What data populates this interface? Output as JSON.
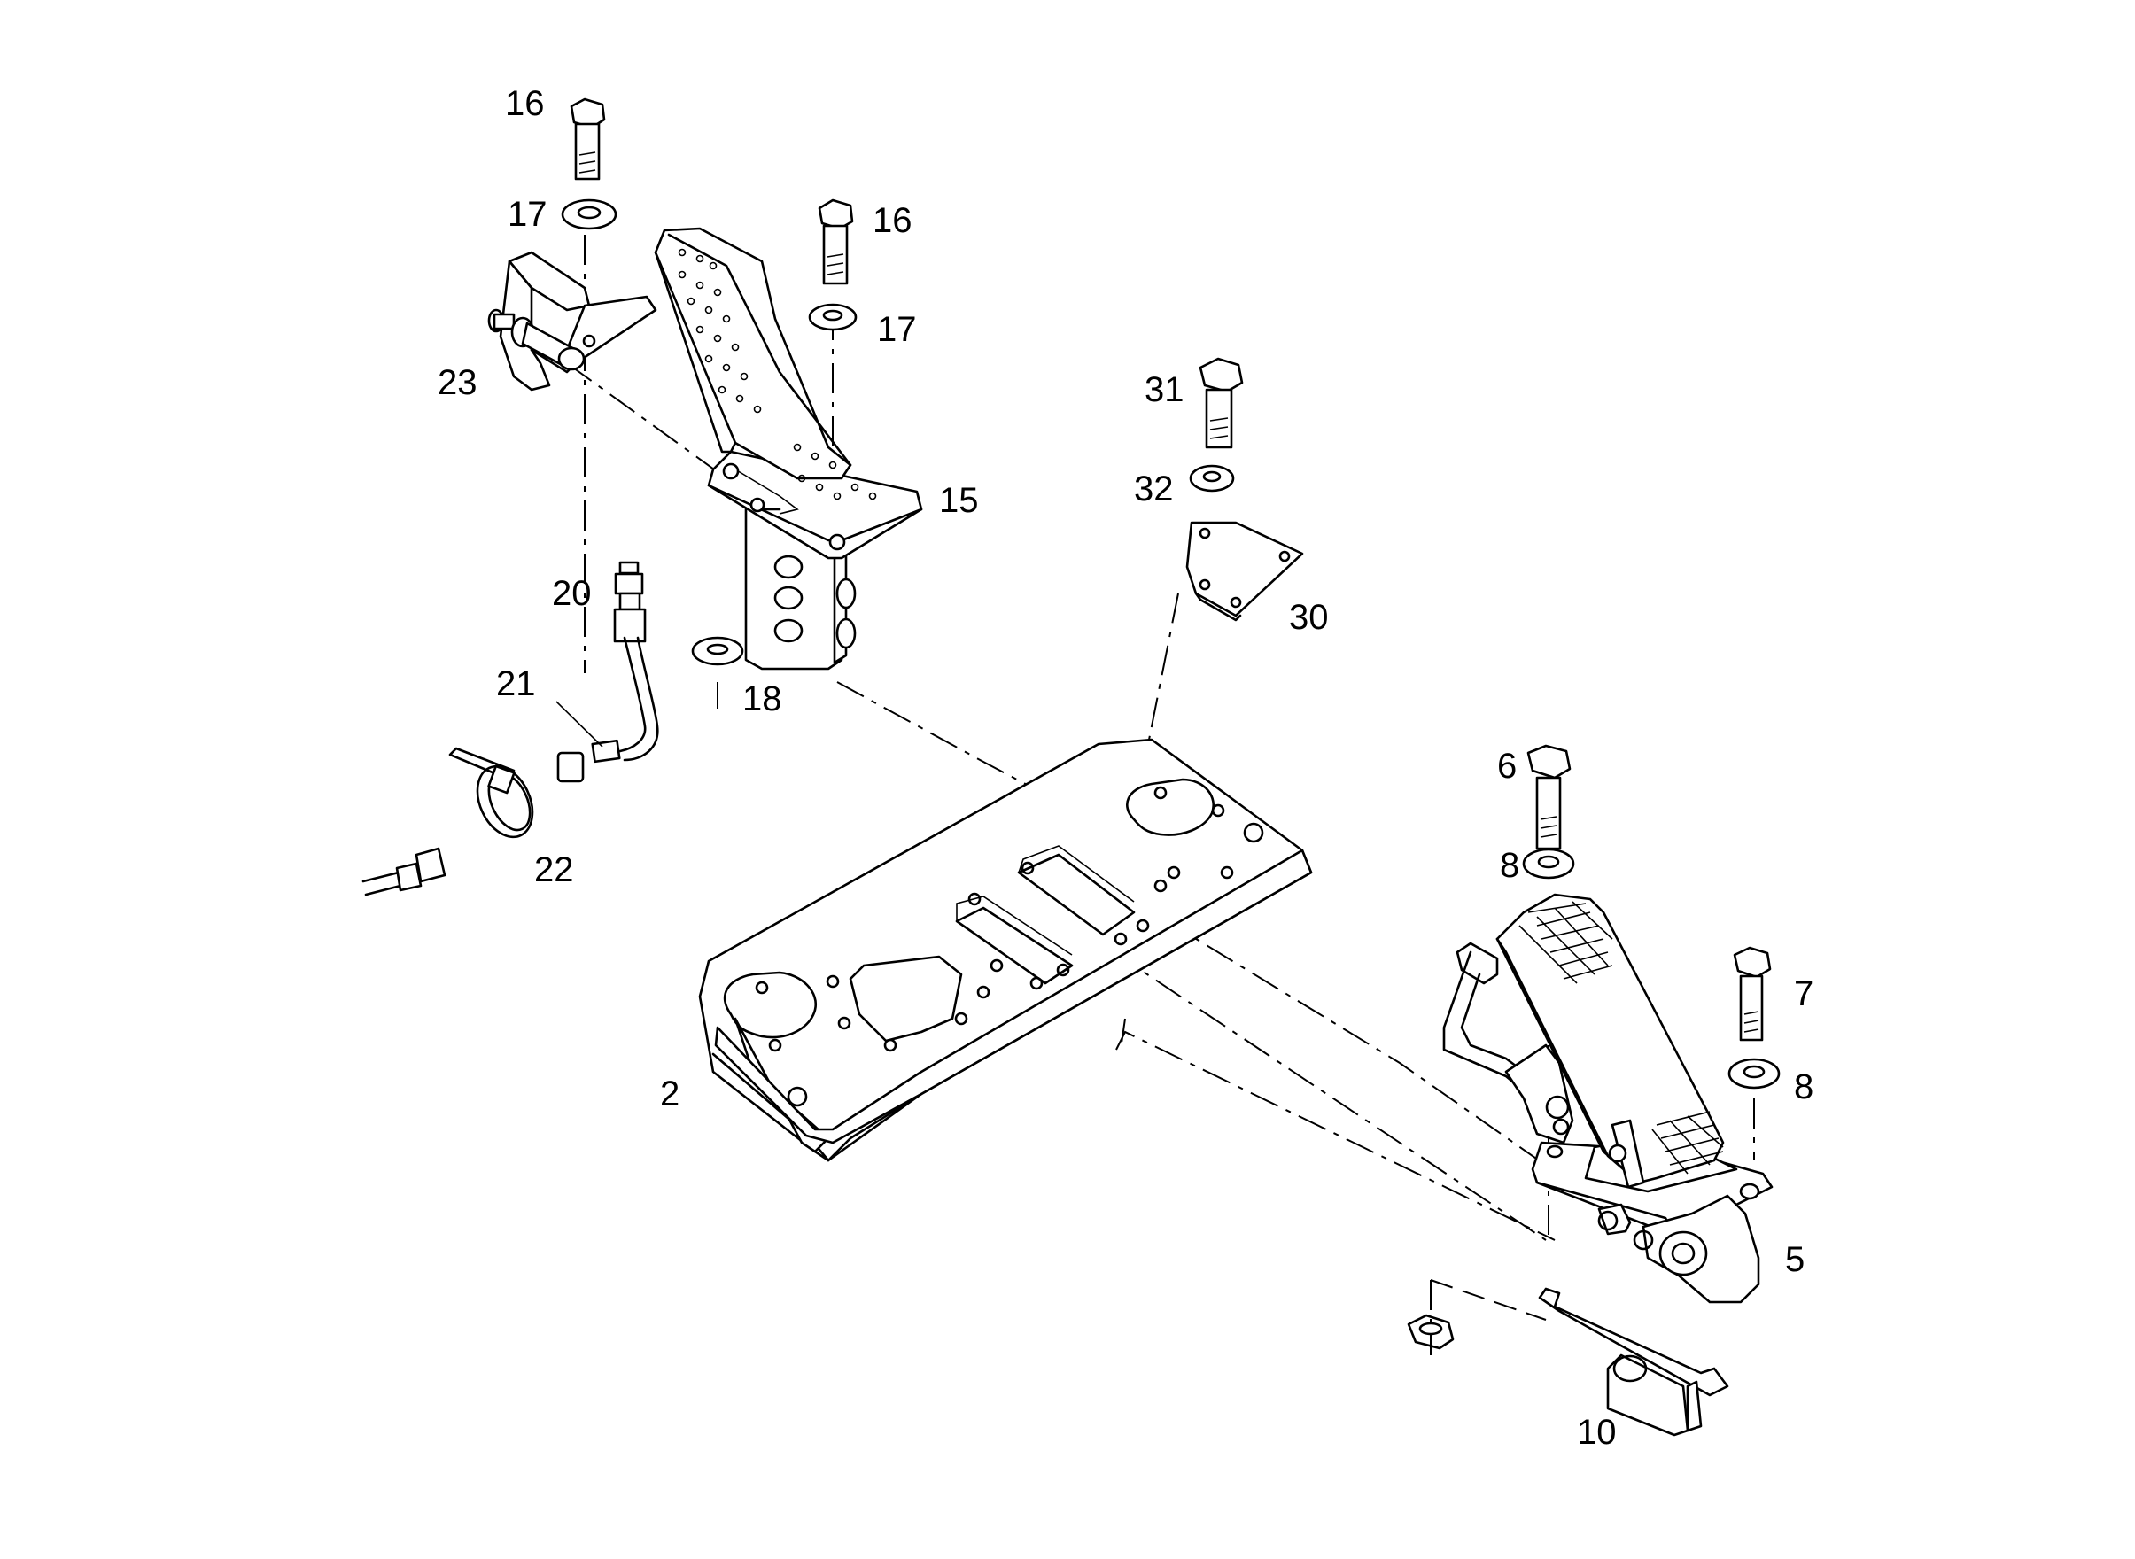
{
  "callouts": {
    "c16a": "16",
    "c17a": "17",
    "c16b": "16",
    "c17b": "17",
    "c23": "23",
    "c15": "15",
    "c31": "31",
    "c32": "32",
    "c30": "30",
    "c20": "20",
    "c21": "21",
    "c18": "18",
    "c22": "22",
    "c6": "6",
    "c8a": "8",
    "c7": "7",
    "c8b": "8",
    "c2": "2",
    "c5": "5",
    "c10": "10"
  }
}
